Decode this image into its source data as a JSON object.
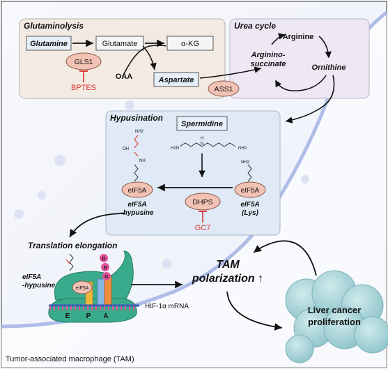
{
  "glutaminolysis": {
    "title": "Glutaminolysis",
    "glutamine": "Glutamine",
    "glutamate": "Glutamate",
    "akg": "α-KG",
    "gls1": "GLS1",
    "bptes": "BPTES",
    "oaa": "OAA",
    "aspartate": "Aspartate"
  },
  "urea_cycle": {
    "title": "Urea cycle",
    "arginine": "Arginine",
    "argininosuccinate_line1": "Arginino-",
    "argininosuccinate_line2": "succinate",
    "ornithine": "Ornithine",
    "ass1": "ASS1"
  },
  "hypusination": {
    "title": "Hypusination",
    "spermidine": "Spermidine",
    "dhps": "DHPS",
    "gc7": "GC7",
    "eif5a_left": "eIF5A",
    "eif5a_right": "eIF5A",
    "left_caption_line1": "eIF5A",
    "left_caption_line2": "-hypusine",
    "right_caption_line1": "eIF5A",
    "right_caption_line2": "(Lys)",
    "nh2_top": "NH2",
    "oh": "OH",
    "nh": "NH",
    "h2n": "H2N",
    "nh2_mid": "NH2",
    "n_h": "H",
    "n_n": "N",
    "nh2_right": "NH2"
  },
  "translation": {
    "title": "Translation elongation",
    "caption_line1": "eIF5A",
    "caption_line2": "-hypusine",
    "ribosome_label": "eIF5A",
    "site_e": "E",
    "site_p": "P",
    "site_a": "A",
    "aa_1": "D",
    "aa_2": "D",
    "aa_3": "G",
    "mrna": "HIF-1α mRNA"
  },
  "tam": {
    "line1": "TAM",
    "line2": "polarization ↑"
  },
  "liver": {
    "line1": "Liver cancer",
    "line2": "proliferation"
  },
  "footer": "Tumor-associated macrophage (TAM)",
  "colors": {
    "red": "#d9302b",
    "glut_panel": "#f3ebe3",
    "urea_panel": "#eee8f4",
    "hyp_panel": "#dfeaf6",
    "membrane": "#b8c6ec",
    "ribosome": "#3aaa8c",
    "cell": "#a9d4d8"
  }
}
